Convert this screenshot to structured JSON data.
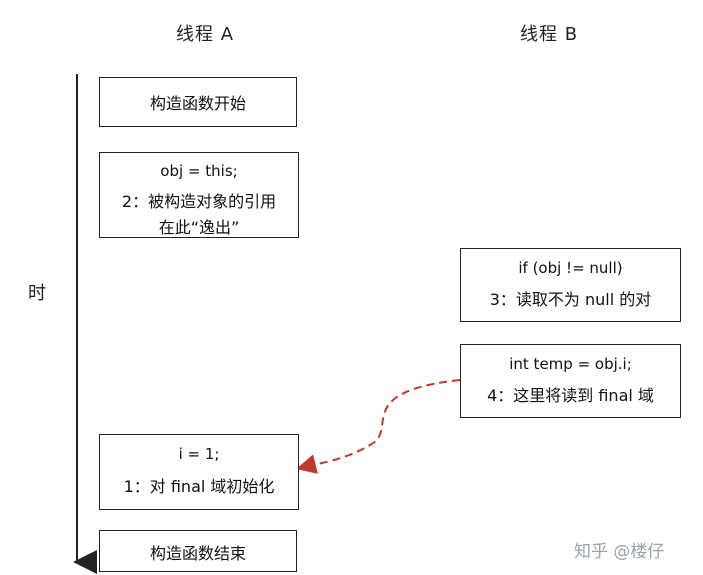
{
  "columns": {
    "thread_a": "线程 A",
    "thread_b": "线程 B"
  },
  "time_axis": {
    "label": "时"
  },
  "boxes": {
    "ctor_start": {
      "text": "构造函数开始"
    },
    "assign": {
      "code": "obj = this;",
      "note_line1": "2：被构造对象的引用",
      "note_line2": "在此“逸出”"
    },
    "read_check": {
      "code": "if (obj != null)",
      "note": "3：读取不为 null 的对"
    },
    "read_field": {
      "code": "int temp = obj.i;",
      "note": "4：这里将读到 final 域"
    },
    "init_field": {
      "code": "i = 1;",
      "note": "1：对 final 域初始化"
    },
    "ctor_end": {
      "text": "构造函数结束"
    }
  },
  "arrow": {
    "color": "#c0392b"
  },
  "watermark": "知乎 @楼仔"
}
